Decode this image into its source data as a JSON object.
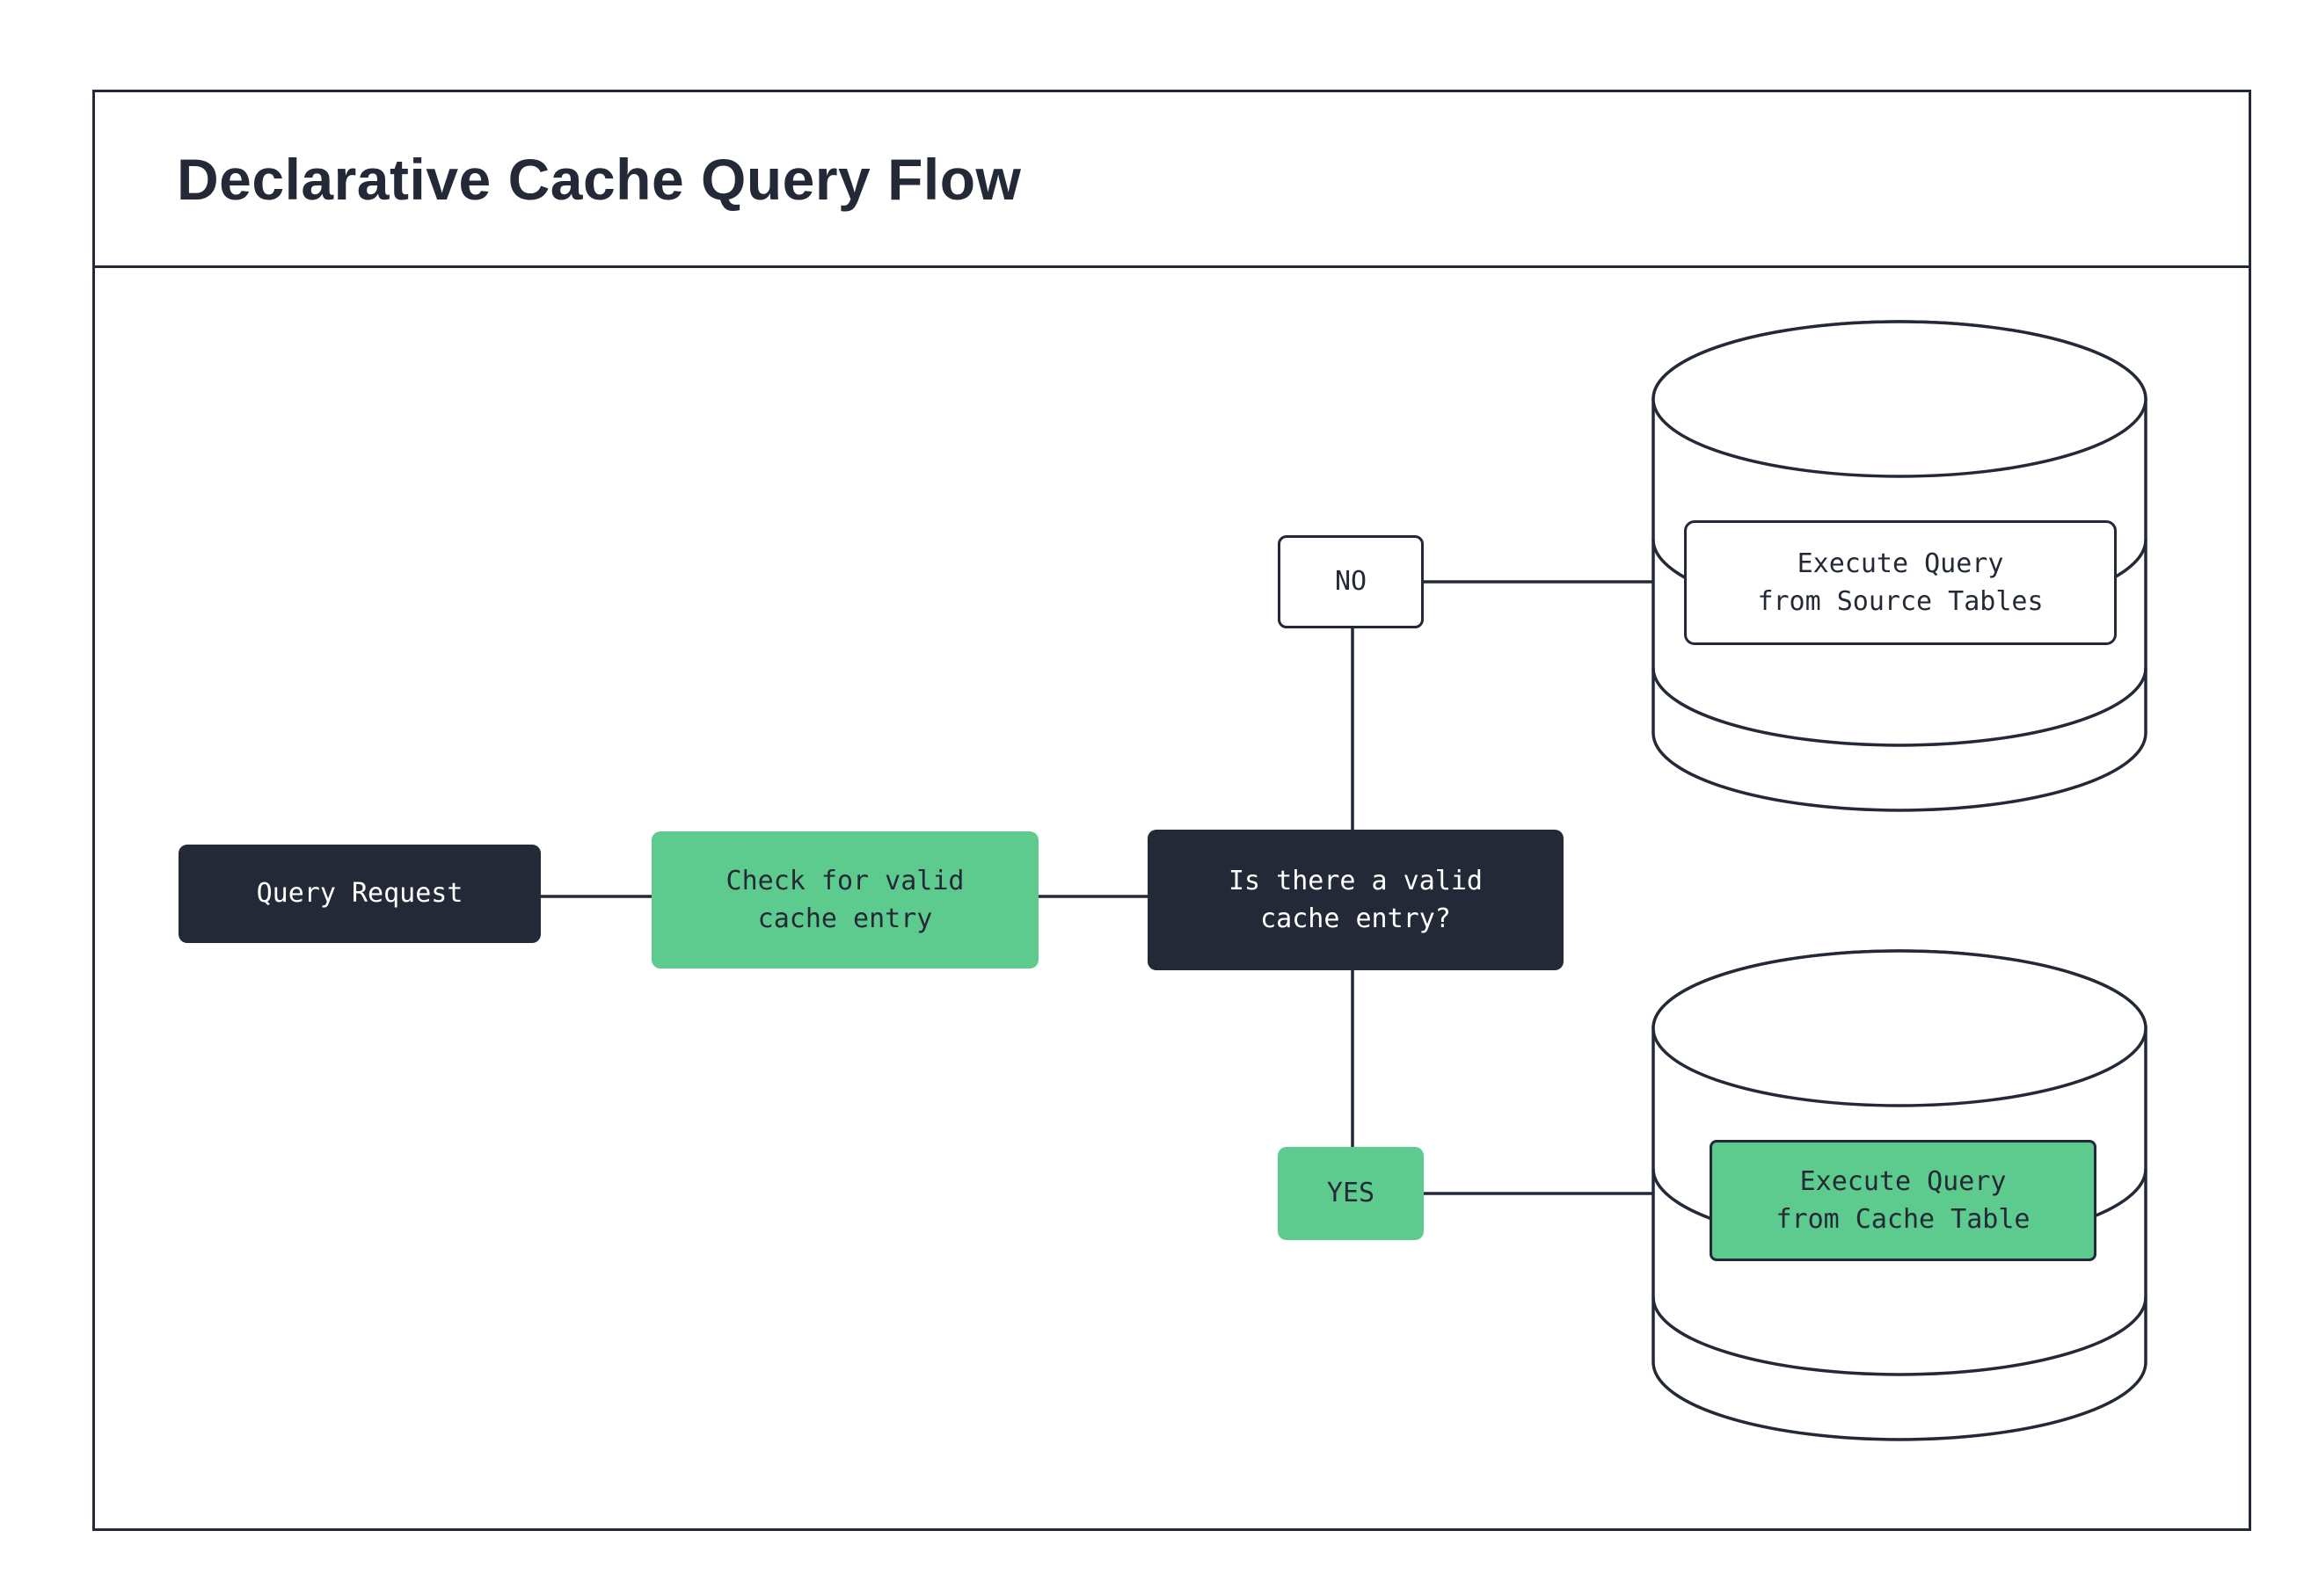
{
  "title": "Declarative Cache Query Flow",
  "colors": {
    "dark": "#232936",
    "green": "#5ecb8e",
    "line": "#232936",
    "background": "#ffffff"
  },
  "nodes": {
    "query_request": {
      "label": "Query Request"
    },
    "check_cache": {
      "label": "Check for valid\ncache entry"
    },
    "decision": {
      "label": "Is there a valid\ncache entry?"
    },
    "no_branch": {
      "label": "NO"
    },
    "yes_branch": {
      "label": "YES"
    },
    "source_db": {
      "label": "Execute Query\nfrom Source Tables"
    },
    "cache_db": {
      "label": "Execute Query\nfrom Cache Table"
    }
  }
}
